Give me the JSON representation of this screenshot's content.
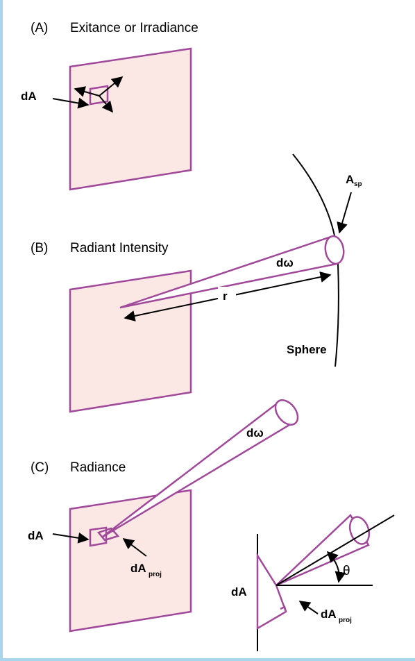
{
  "panels": {
    "a": {
      "marker": "(A)",
      "title": "Exitance or Irradiance",
      "area_label": "dA"
    },
    "b": {
      "marker": "(B)",
      "title": "Radiant Intensity",
      "solid_angle_label": "dω",
      "radius_label": "r",
      "sphere_label": "Sphere",
      "sphere_area_label": "A",
      "sphere_area_sub": "sp"
    },
    "c": {
      "marker": "(C)",
      "title": "Radiance",
      "solid_angle_label": "dω",
      "area_label": "dA",
      "proj_label": "dA",
      "proj_sub": "proj",
      "inset_area_label": "dA",
      "inset_proj_label": "dA",
      "inset_proj_sub": "proj",
      "angle_label": "θ"
    }
  },
  "colors": {
    "plate_fill": "#fbe7e4",
    "magenta": "#a0489a",
    "frame_border": "#a8d4ec"
  }
}
